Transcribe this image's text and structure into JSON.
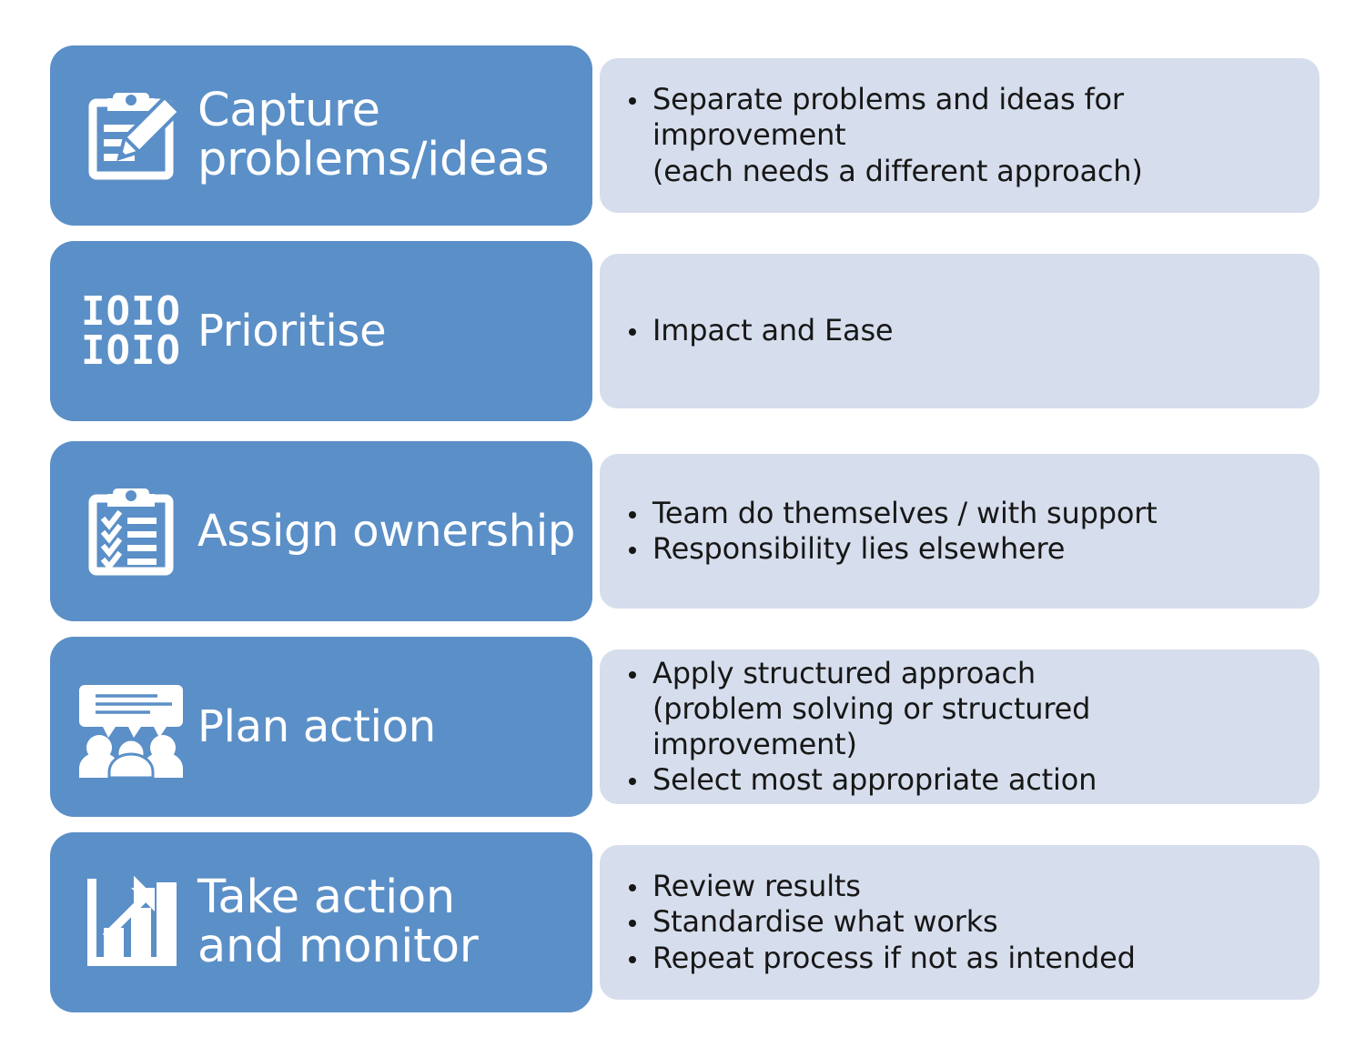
{
  "colors": {
    "step_bg": "#5b8fc7",
    "step_text": "#ffffff",
    "detail_bg": "#d6ddec",
    "detail_text": "#171717",
    "page_bg": "#ffffff"
  },
  "steps": [
    {
      "id": "capture-problems-ideas",
      "label": "Capture\nproblems/ideas",
      "icon": "clipboard-pencil-icon",
      "bullets": [
        "Separate problems and ideas for improvement\n(each needs a different approach)"
      ]
    },
    {
      "id": "prioritise",
      "label": "Prioritise",
      "icon": "binary-digits-icon",
      "icon_text_line1": "IOIO",
      "icon_text_line2": "IOIO",
      "bullets": [
        "Impact and Ease"
      ]
    },
    {
      "id": "assign-ownership",
      "label": "Assign ownership",
      "icon": "clipboard-checklist-icon",
      "bullets": [
        "Team do themselves / with support",
        "Responsibility lies elsewhere"
      ]
    },
    {
      "id": "plan-action",
      "label": "Plan action",
      "icon": "presentation-group-icon",
      "bullets": [
        "Apply structured approach\n(problem solving or structured improvement)",
        "Select most appropriate action"
      ]
    },
    {
      "id": "take-action-and-monitor",
      "label": "Take action\nand monitor",
      "icon": "bar-chart-arrow-icon",
      "bullets": [
        "Review results",
        "Standardise what works",
        "Repeat process if not as intended"
      ]
    }
  ]
}
